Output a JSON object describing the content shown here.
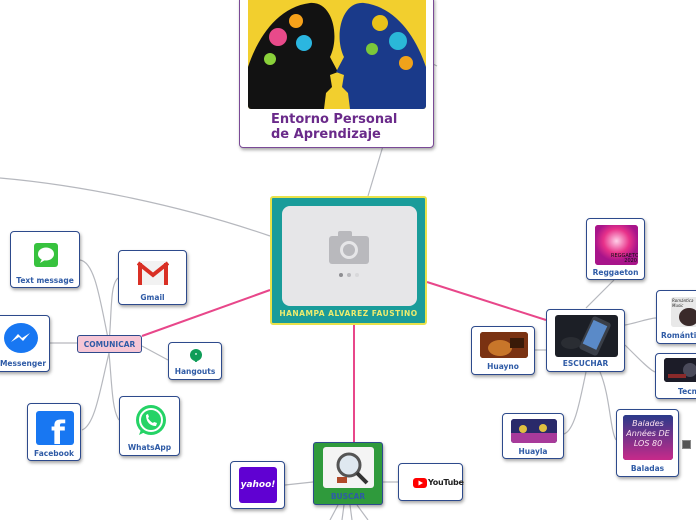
{
  "root": {
    "label": "HANAMPA ALVAREZ FAUSTINO"
  },
  "title_card": {
    "line1": "Entorno Personal",
    "line2": "de Aprendizaje"
  },
  "comunicar": {
    "label": "COMUNICAR",
    "children": [
      "Text message",
      "Gmail",
      "Messenger",
      "Hangouts",
      "Facebook",
      "WhatsApp"
    ]
  },
  "escuchar": {
    "label": "ESCUCHAR",
    "children": [
      "Reggaeton",
      "Huayno",
      "Romántico",
      "Tecno",
      "Huayla",
      "Baladas"
    ]
  },
  "buscar": {
    "label": "BUSCAR",
    "children": [
      "yahoo!",
      "YouTube"
    ]
  },
  "image_text": {
    "reggaeton": "REGGAETON 2020",
    "baladas": "Balades Années DE LOS 80",
    "romantica": "Romántica Music"
  },
  "colors": {
    "root_fill": "#1a9c9a",
    "root_border": "#e8e24a",
    "root_text": "#ecec6e",
    "pink_line": "#e8478a",
    "grey_line": "#b6b8be",
    "title_text": "#6a2a8a",
    "node_text": "#2f5ba6",
    "comunicar_fill": "#f6c6d6"
  }
}
